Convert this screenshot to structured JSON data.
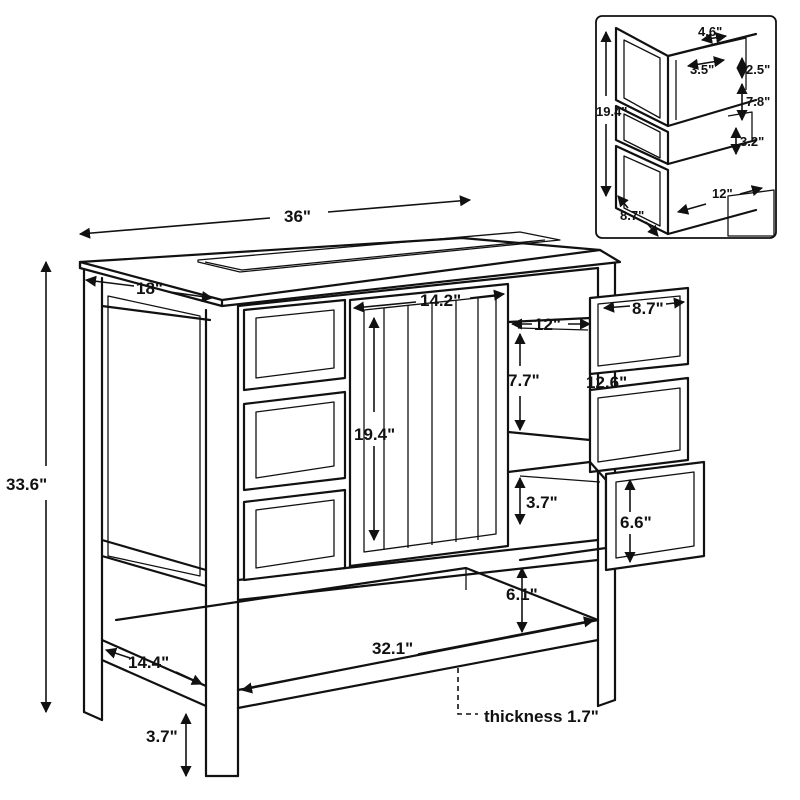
{
  "colors": {
    "line": "#111111",
    "background": "#ffffff"
  },
  "dimensions": {
    "width": "36\"",
    "depth": "18\"",
    "height": "33.6\"",
    "door_width": "14.2\"",
    "door_height": "19.4\"",
    "drawer_inner_depth": "12\"",
    "drawer_inner_height": "7.7\"",
    "drawer_front_width": "8.7\"",
    "drawer_stack_height": "12.6\"",
    "bottom_drawer_gap": "3.7\"",
    "bottom_drawer_front": "6.6\"",
    "shelf_gap": "6.1\"",
    "shelf_width": "32.1\"",
    "shelf_depth": "14.4\"",
    "leg_height": "3.7\"",
    "shelf_thickness": "thickness 1.7\""
  },
  "inset": {
    "inner_width": "4.6\"",
    "inner_depth": "3.5\"",
    "top_height": "2.5\"",
    "mid_height": "7.8\"",
    "low_height": "3.2\"",
    "stack_height": "19.4\"",
    "drawer_depth": "12\"",
    "front_width": "8.7\""
  }
}
